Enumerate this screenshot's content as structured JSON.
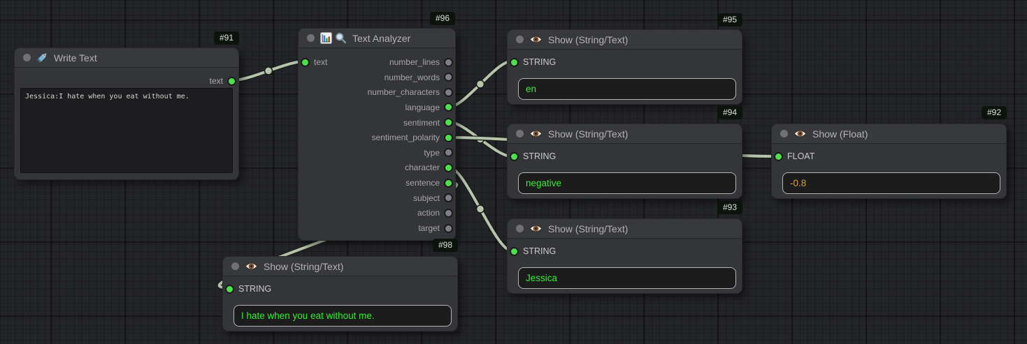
{
  "colors": {
    "wire": "#b6c4ae",
    "port_on": "#4ce14c",
    "port_off": "#7e7e89",
    "value_green": "#35ee35",
    "value_orange": "#dea32b",
    "badge_bg": "#0c130d"
  },
  "nodes": {
    "write_text": {
      "id": "#91",
      "title": "Write Text",
      "outputs": [
        {
          "label": "text",
          "state": "on"
        }
      ],
      "text_value": "Jessica:I hate when you eat without me."
    },
    "analyzer": {
      "id": "#96",
      "title": "Text Analyzer",
      "inputs": [
        {
          "label": "text",
          "state": "on"
        }
      ],
      "outputs": [
        {
          "label": "number_lines",
          "state": "off"
        },
        {
          "label": "number_words",
          "state": "off"
        },
        {
          "label": "number_characters",
          "state": "off"
        },
        {
          "label": "language",
          "state": "on"
        },
        {
          "label": "sentiment",
          "state": "on"
        },
        {
          "label": "sentiment_polarity",
          "state": "on"
        },
        {
          "label": "type",
          "state": "off"
        },
        {
          "label": "character",
          "state": "on"
        },
        {
          "label": "sentence",
          "state": "on"
        },
        {
          "label": "subject",
          "state": "off"
        },
        {
          "label": "action",
          "state": "off"
        },
        {
          "label": "target",
          "state": "off"
        }
      ]
    },
    "show_language": {
      "id": "#95",
      "title": "Show (String/Text)",
      "input_label": "STRING",
      "value": "en"
    },
    "show_sentiment": {
      "id": "#94",
      "title": "Show (String/Text)",
      "input_label": "STRING",
      "value": "negative"
    },
    "show_float": {
      "id": "#92",
      "title": "Show (Float)",
      "input_label": "FLOAT",
      "value": "-0.8"
    },
    "show_character": {
      "id": "#93",
      "title": "Show (String/Text)",
      "input_label": "STRING",
      "value": "Jessica"
    },
    "show_sentence": {
      "id": "#98",
      "title": "Show (String/Text)",
      "input_label": "STRING",
      "value": "I hate when you eat without me."
    }
  },
  "connections": [
    {
      "from": "#91 text",
      "to": "#96 text"
    },
    {
      "from": "#96 language",
      "to": "#95 STRING"
    },
    {
      "from": "#96 sentiment",
      "to": "#94 STRING"
    },
    {
      "from": "#96 sentiment_polarity",
      "to": "#92 FLOAT"
    },
    {
      "from": "#96 character",
      "to": "#93 STRING"
    },
    {
      "from": "#96 sentence",
      "to": "#98 STRING"
    }
  ]
}
